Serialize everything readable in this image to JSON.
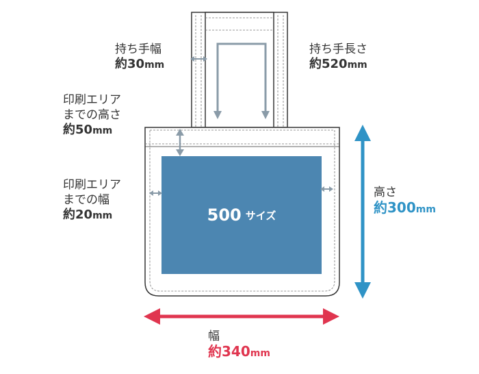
{
  "labels": {
    "handle_width": {
      "title": "持ち手幅",
      "prefix": "約",
      "value": "30",
      "unit": "mm"
    },
    "handle_length": {
      "title": "持ち手長さ",
      "prefix": "約",
      "value": "520",
      "unit": "mm"
    },
    "print_top": {
      "line1": "印刷エリア",
      "line2": "までの高さ",
      "prefix": "約",
      "value": "50",
      "unit": "mm"
    },
    "print_side": {
      "line1": "印刷エリア",
      "line2": "までの幅",
      "prefix": "約",
      "value": "20",
      "unit": "mm"
    },
    "height": {
      "title": "高さ",
      "prefix": "約",
      "value": "300",
      "unit": "mm"
    },
    "width": {
      "title": "幅",
      "prefix": "約",
      "value": "340",
      "unit": "mm"
    },
    "size": {
      "number": "500",
      "suffix": "サイズ"
    }
  },
  "colors": {
    "outline": "#333333",
    "dashed": "#777777",
    "print_area": "#4c86b1",
    "gray_arrow": "#8a9ba8",
    "height_arrow": "#2f93c6",
    "width_arrow": "#e0354f",
    "text": "#333333"
  }
}
